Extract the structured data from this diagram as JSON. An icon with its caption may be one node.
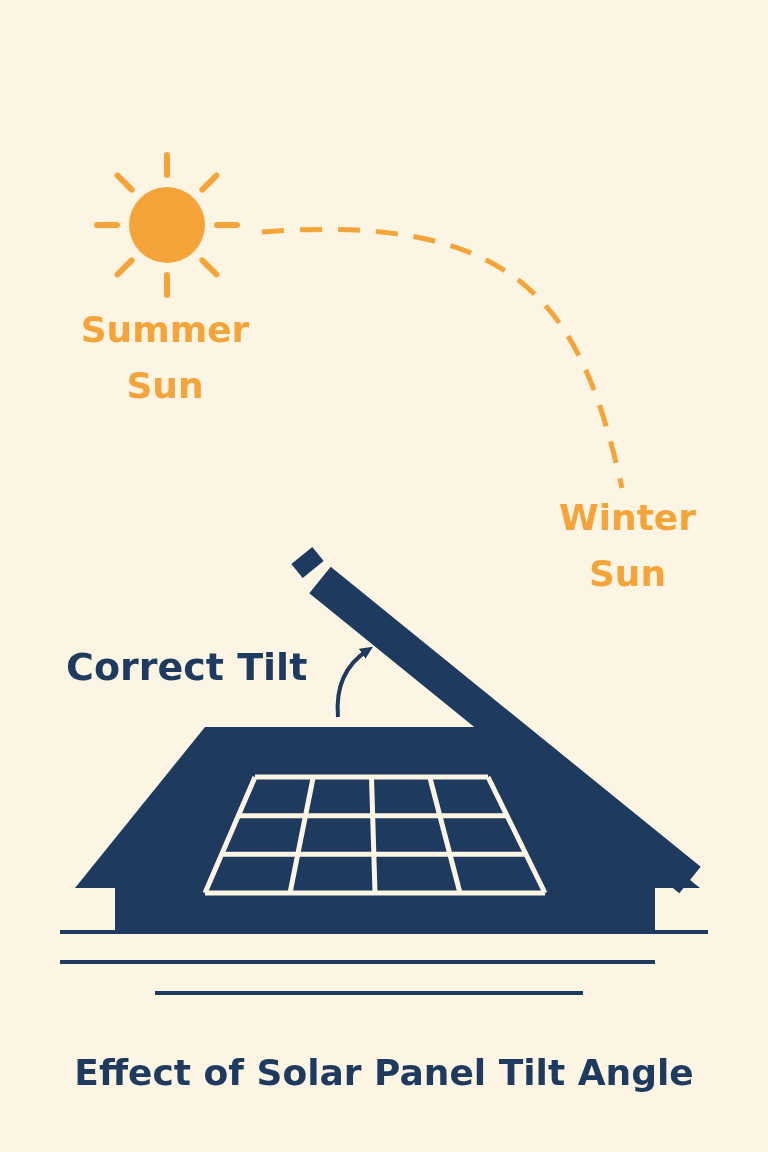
{
  "diagram": {
    "title": "Effect of Solar Panel Tilt Angle",
    "nodes": [
      {
        "text": [
          "Summer Sun"
        ]
      },
      {
        "text": [
          "Winter Sun"
        ]
      }
    ],
    "edges": [
      {
        "from": 0,
        "to": 1,
        "arrow": "none",
        "style": "dashed"
      }
    ],
    "labels": [
      "Correct Tilt"
    ]
  }
}
